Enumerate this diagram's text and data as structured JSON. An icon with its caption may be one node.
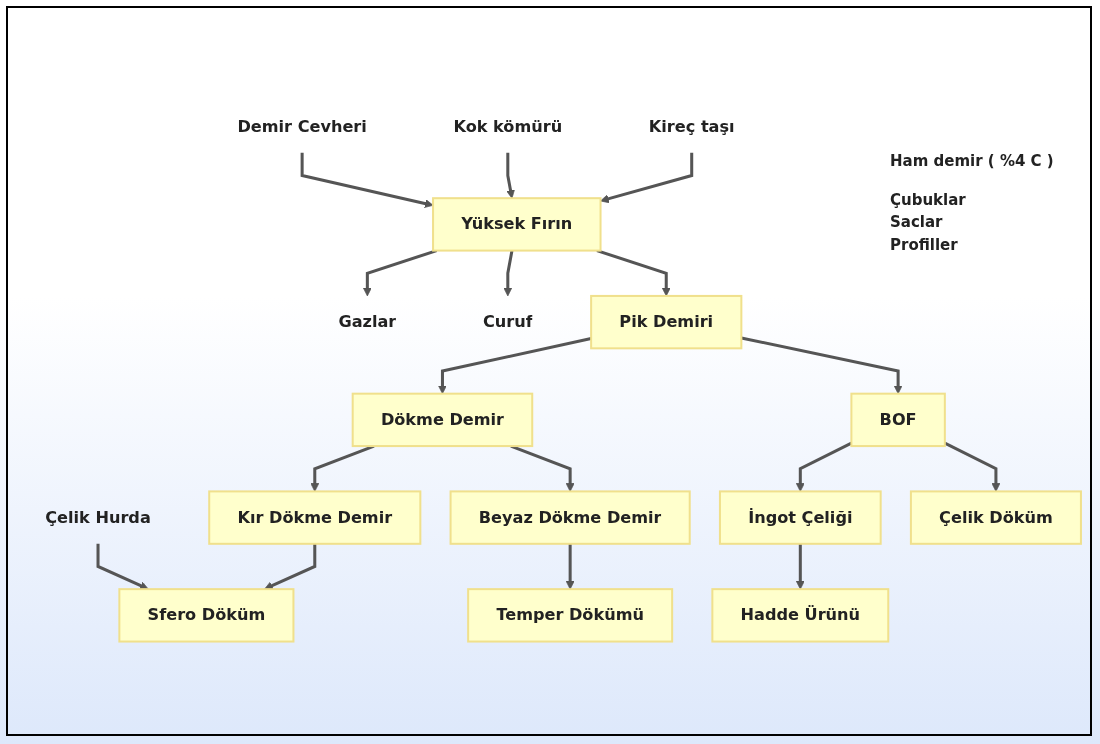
{
  "diagram": {
    "nodes": [
      {
        "text": [
          "Demir Cevheri"
        ]
      },
      {
        "text": [
          "Kok kömürü"
        ]
      },
      {
        "text": [
          "Kireç taşı"
        ]
      },
      {
        "text": [
          "Yüksek Fırın"
        ]
      },
      {
        "text": [
          "Gazlar"
        ]
      },
      {
        "text": [
          "Curuf"
        ]
      },
      {
        "text": [
          "Pik Demiri"
        ]
      },
      {
        "text": [
          "Çelik Hurda"
        ]
      },
      {
        "text": [
          "Dökme Demir"
        ]
      },
      {
        "text": [
          "BOF"
        ]
      },
      {
        "text": [
          "Kır Dökme Demir"
        ]
      },
      {
        "text": [
          "Beyaz Dökme Demir"
        ]
      },
      {
        "text": [
          "İngot Çeliği"
        ]
      },
      {
        "text": [
          "Sfero Döküm"
        ]
      },
      {
        "text": [
          "Temper Dökümü"
        ]
      },
      {
        "text": [
          "Çelik Döküm"
        ]
      },
      {
        "text": [
          "Hadde Ürünü"
        ]
      }
    ],
    "edges": [
      {
        "from": 0,
        "to": 3,
        "arrow": "to"
      },
      {
        "from": 1,
        "to": 3,
        "arrow": "to"
      },
      {
        "from": 2,
        "to": 3,
        "arrow": "to"
      },
      {
        "from": 3,
        "to": 4,
        "arrow": "to"
      },
      {
        "from": 3,
        "to": 5,
        "arrow": "to"
      },
      {
        "from": 3,
        "to": 6,
        "arrow": "to"
      },
      {
        "from": 6,
        "to": 8,
        "arrow": "to"
      },
      {
        "from": 6,
        "to": 9,
        "arrow": "to"
      },
      {
        "from": 7,
        "to": 13,
        "arrow": "to"
      },
      {
        "from": 8,
        "to": 10,
        "arrow": "to"
      },
      {
        "from": 8,
        "to": 11,
        "arrow": "to"
      },
      {
        "from": 10,
        "to": 13,
        "arrow": "to"
      },
      {
        "from": 11,
        "to": 14,
        "arrow": "to"
      },
      {
        "from": 9,
        "to": 15,
        "arrow": "to"
      },
      {
        "from": 9,
        "to": 12,
        "arrow": "to"
      },
      {
        "from": 12,
        "to": 16,
        "arrow": "to"
      }
    ],
    "labels": [
      "Ham demir ( %4 C )",
      "Çubuklar",
      "Saclar",
      "Profiller"
    ]
  }
}
